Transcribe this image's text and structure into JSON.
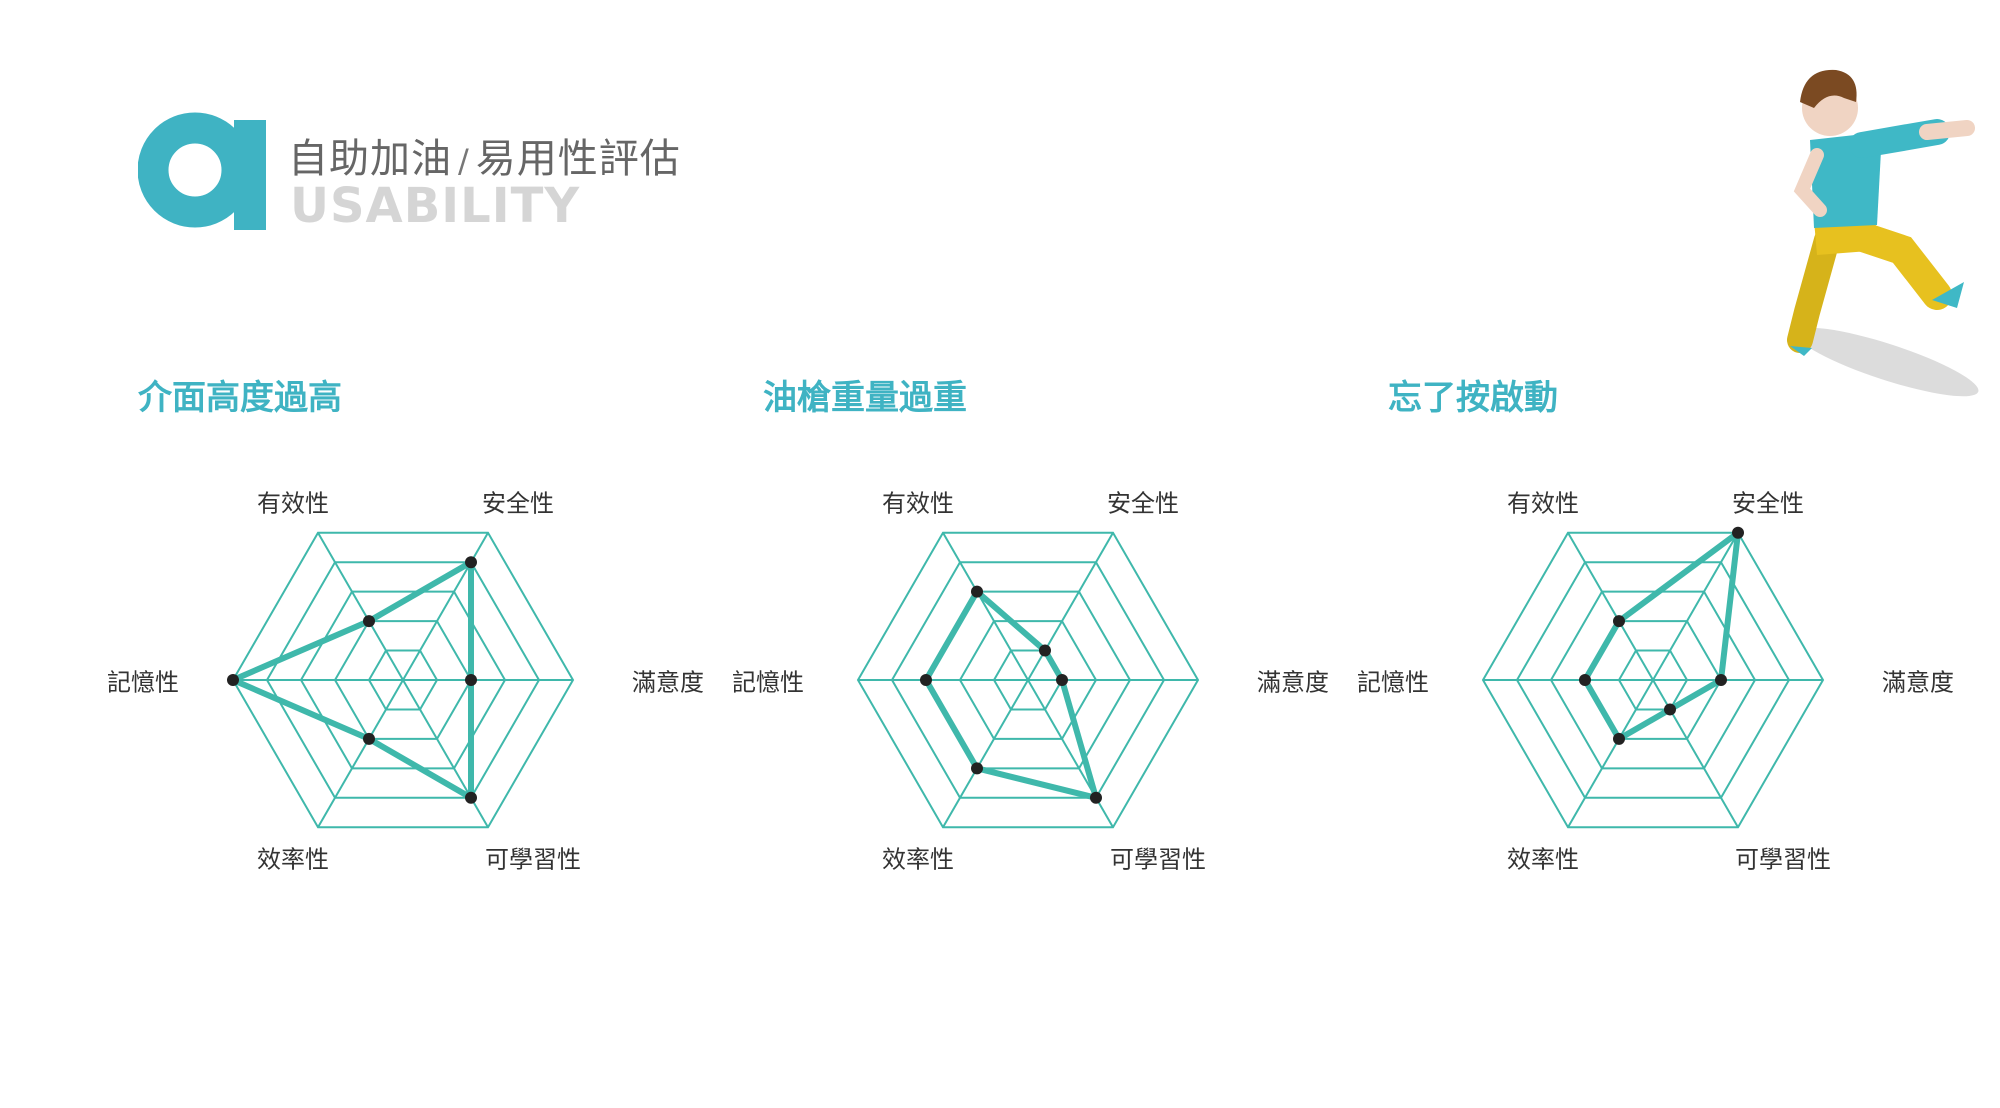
{
  "header": {
    "logo_letter": "a",
    "title_left": "自助加油",
    "separator": "/",
    "title_right": "易用性評估",
    "subtitle": "USABILITY"
  },
  "colors": {
    "accent": "#3fb3c3",
    "grid": "#3fb8ab",
    "line": "#3fb8ab",
    "point": "#222222",
    "subtitle": "#d5d5d5"
  },
  "chart_data": [
    {
      "type": "radar",
      "title": "介面高度過高",
      "axes": [
        "安全性",
        "滿意度",
        "可學習性",
        "效率性",
        "記憶性",
        "有效性"
      ],
      "values": [
        4,
        2,
        4,
        2,
        5,
        2
      ],
      "rlim": [
        0,
        5
      ],
      "grid_levels": 5
    },
    {
      "type": "radar",
      "title": "油槍重量過重",
      "axes": [
        "安全性",
        "滿意度",
        "可學習性",
        "效率性",
        "記憶性",
        "有效性"
      ],
      "values": [
        1,
        1,
        4,
        3,
        3,
        3
      ],
      "rlim": [
        0,
        5
      ],
      "grid_levels": 5
    },
    {
      "type": "radar",
      "title": "忘了按啟動",
      "axes": [
        "安全性",
        "滿意度",
        "可學習性",
        "效率性",
        "記憶性",
        "有效性"
      ],
      "values": [
        5,
        2,
        1,
        2,
        2,
        2
      ],
      "rlim": [
        0,
        5
      ],
      "grid_levels": 5
    }
  ]
}
